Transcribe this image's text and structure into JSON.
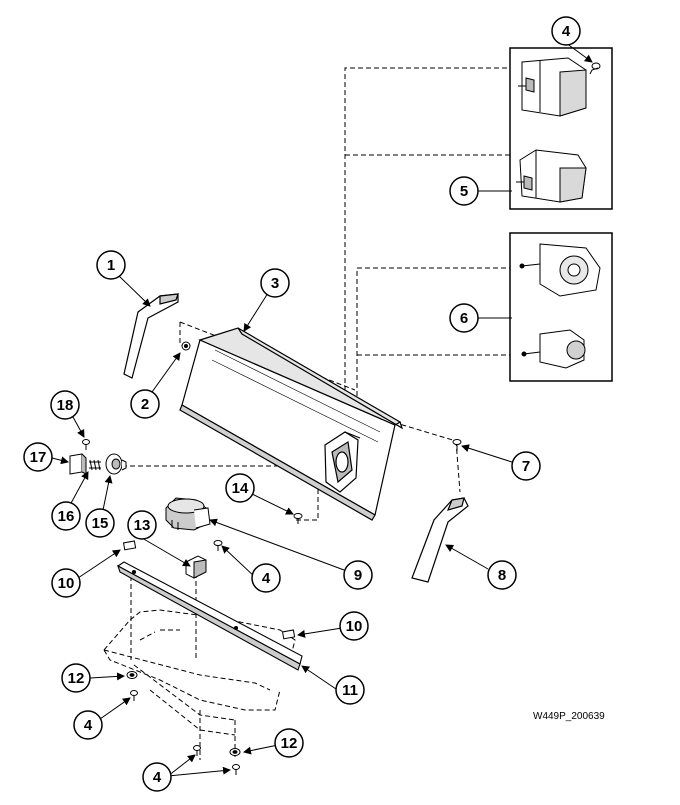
{
  "drawing_id": "W449P_200639",
  "callouts": {
    "c1": "1",
    "c2": "2",
    "c3": "3",
    "c4a": "4",
    "c4b": "4",
    "c4c": "4",
    "c4d": "4",
    "c5": "5",
    "c6": "6",
    "c7": "7",
    "c8": "8",
    "c9": "9",
    "c10a": "10",
    "c10b": "10",
    "c11": "11",
    "c12a": "12",
    "c12b": "12",
    "c13": "13",
    "c14": "14",
    "c15": "15",
    "c16": "16",
    "c17": "17",
    "c18": "18"
  },
  "colors": {
    "line": "#000000",
    "background": "#ffffff",
    "part_fill": "#ffffff",
    "shade": "#cfcfcf"
  }
}
